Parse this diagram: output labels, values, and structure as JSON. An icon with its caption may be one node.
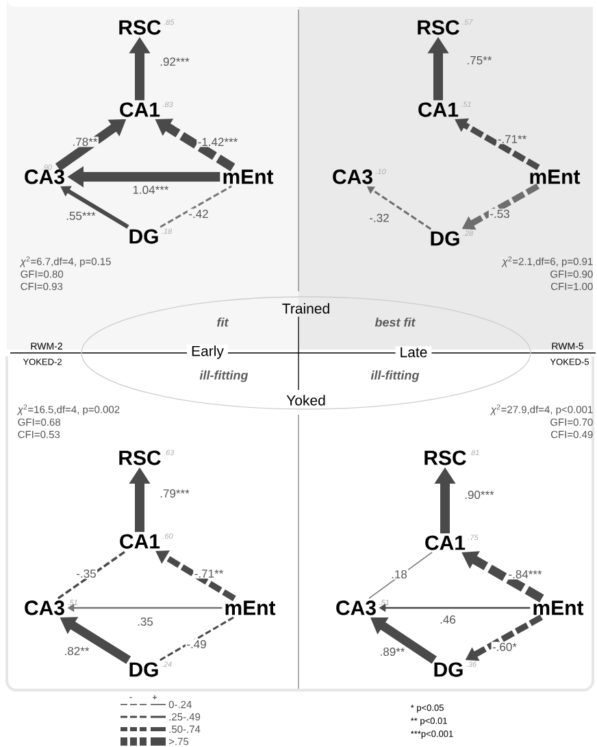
{
  "diagram": {
    "nodes": [
      {
        "text": [
          "RSC"
        ],
        "beside": [
          ".85"
        ]
      },
      {
        "text": [
          "CA1"
        ],
        "beside": [
          ".83"
        ]
      },
      {
        "text": [
          "CA3"
        ],
        "beside": [
          ".90"
        ]
      },
      {
        "text": [
          "mEnt"
        ]
      },
      {
        "text": [
          "DG"
        ],
        "beside": [
          ".18"
        ]
      },
      {
        "text": [
          "RSC"
        ],
        "beside": [
          ".57"
        ]
      },
      {
        "text": [
          "CA1"
        ],
        "beside": [
          ".51"
        ]
      },
      {
        "text": [
          "CA3"
        ],
        "beside": [
          ".10"
        ]
      },
      {
        "text": [
          "mEnt"
        ]
      },
      {
        "text": [
          "DG"
        ],
        "beside": [
          ".28"
        ]
      },
      {
        "text": [
          "RSC"
        ],
        "beside": [
          ".63"
        ]
      },
      {
        "text": [
          "CA1"
        ],
        "beside": [
          ".60"
        ]
      },
      {
        "text": [
          "CA3"
        ],
        "beside": [
          ".51"
        ]
      },
      {
        "text": [
          "mEnt"
        ]
      },
      {
        "text": [
          "DG"
        ],
        "beside": [
          ".24"
        ]
      },
      {
        "text": [
          "RSC"
        ],
        "beside": [
          ".81"
        ]
      },
      {
        "text": [
          "CA1"
        ],
        "beside": [
          ".75"
        ]
      },
      {
        "text": [
          "CA3"
        ],
        "beside": [
          ".51"
        ]
      },
      {
        "text": [
          "mEnt"
        ]
      },
      {
        "text": [
          "DG"
        ],
        "beside": [
          ".36"
        ]
      }
    ],
    "edges": [
      {
        "from": 1,
        "to": 0,
        "arrow": "to",
        "label": ".92***"
      },
      {
        "from": 2,
        "to": 1,
        "arrow": "to",
        "label": ".78**"
      },
      {
        "from": 3,
        "to": 1,
        "arrow": "to",
        "label": "-1.42***",
        "style": "dashed"
      },
      {
        "from": 3,
        "to": 2,
        "arrow": "to",
        "label": "1.04***"
      },
      {
        "from": 4,
        "to": 2,
        "arrow": "to",
        "label": ".55***"
      },
      {
        "from": 4,
        "to": 3,
        "arrow": "none",
        "label": "-.42",
        "style": "dashed",
        "color": "#757575"
      },
      {
        "from": 6,
        "to": 5,
        "arrow": "to",
        "label": ".75**"
      },
      {
        "from": 8,
        "to": 6,
        "arrow": "to",
        "label": "-.71**",
        "style": "dashed"
      },
      {
        "from": 9,
        "to": 7,
        "arrow": "to",
        "label": "-.32",
        "style": "dashed",
        "color": "#6e6e6e"
      },
      {
        "from": 8,
        "to": 9,
        "arrow": "to",
        "label": "-.53",
        "style": "dashed",
        "color": "#6e6e6e"
      },
      {
        "from": 11,
        "to": 10,
        "arrow": "to",
        "label": ".79***"
      },
      {
        "from": 12,
        "to": 11,
        "arrow": "none",
        "label": "-.35",
        "style": "dashed"
      },
      {
        "from": 13,
        "to": 11,
        "arrow": "to",
        "label": "-.71**",
        "style": "dashed"
      },
      {
        "from": 13,
        "to": 12,
        "arrow": "to",
        "label": ".35",
        "color": "#757575"
      },
      {
        "from": 14,
        "to": 12,
        "arrow": "to",
        "label": ".82**"
      },
      {
        "from": 14,
        "to": 13,
        "arrow": "none",
        "label": "-.49",
        "style": "dashed"
      },
      {
        "from": 16,
        "to": 15,
        "arrow": "to",
        "label": ".90***"
      },
      {
        "from": 17,
        "to": 16,
        "arrow": "none",
        "label": ".18",
        "color": "#757575"
      },
      {
        "from": 18,
        "to": 16,
        "arrow": "to",
        "label": "-.84***",
        "style": "dashed"
      },
      {
        "from": 18,
        "to": 17,
        "arrow": "to",
        "label": ".46"
      },
      {
        "from": 19,
        "to": 17,
        "arrow": "to",
        "label": ".89**"
      },
      {
        "from": 18,
        "to": 19,
        "arrow": "to",
        "label": "-.60*",
        "style": "dashed"
      }
    ],
    "labels": [
      "*χ*$^{2}$=6.7,df=4, p=0.15",
      "GFI=0.80",
      "CFI=0.93",
      "*χ*$^{2}$=2.1,df=6, p=0.91",
      "GFI=0.90",
      "CFI=1.00",
      "Trained",
      "fit",
      "best fit",
      "RWM-2",
      "Early",
      "Late",
      "RWM-5",
      "YOKED-2",
      "ill-fitting",
      "ill-fitting",
      "YOKED-5",
      "Yoked",
      "*χ*$^{2}$=16.5,df=4, p=0.002",
      "GFI=0.68",
      "CFI=0.53",
      "*χ*$^{2}$=27.9,df=4, p<0.001",
      "GFI=0.70",
      "CFI=0.49",
      "-",
      "+",
      "* p<0.05",
      "** p<0.01",
      "***p<0.001"
    ],
    "legend": [
      {
        "text": "0-.24"
      },
      {
        "text": ".25-.49"
      },
      {
        "text": ".50-.74"
      },
      {
        "text": ">.75"
      }
    ]
  }
}
